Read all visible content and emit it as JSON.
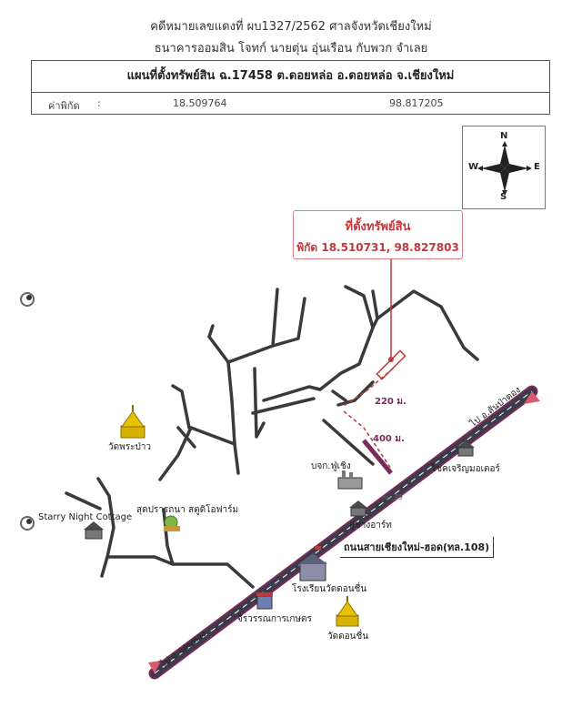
{
  "header": {
    "line1": "คดีหมายเลขแดงที่ ผบ1327/2562 ศาลจังหวัดเชียงใหม่",
    "line2": "ธนาคารออมสิน โจทก์ นายตุ่น อุ่นเรือน กับพวก จำเลย"
  },
  "info_box": {
    "title": "แผนที่ตั้งทรัพย์สิน ฉ.17458 ต.ดอยหล่อ อ.ดอยหล่อ จ.เชียงใหม่",
    "coord_label": "ค่าพิกัด",
    "colon": ":",
    "lat": "18.509764",
    "lon": "98.817205"
  },
  "compass": {
    "n": "N",
    "s": "S",
    "e": "E",
    "w": "W"
  },
  "callout": {
    "title": "ที่ตั้งทรัพย์สิน",
    "coords": "พิกัด 18.510731, 98.827803"
  },
  "distances": {
    "d1": "220 ม.",
    "d2": "400 ม."
  },
  "road": {
    "name": "ถนนสายเชียงใหม่-ฮอด(ทล.108)",
    "dir_ne": "ไป อ.สันป่าตอง",
    "dir_sw": "ไป อ.จอมทอง",
    "km_marker": "กม.39"
  },
  "landmarks": {
    "wat_phra_pao": "วัดพระป่าว",
    "suk_farm": "สุดปรารถนา สตูดิโอฟาร์ม",
    "starry": "Starry Night Cottage",
    "bok_phu_choeng": "บจก.ฟู่เชิง",
    "chok_motor": "โชคเจริญมอเตอร์",
    "u_chang_art": "อู่ช่างอาร์ท",
    "school": "โรงเรียนวัดดอนชื่น",
    "jiwa": "จีรวรรณการเกษตร",
    "wat_don_chuen": "วัดดอนชื่น"
  },
  "colors": {
    "road": "#3b3b4a",
    "road_edge": "#7a2a5a",
    "property": "#c0393b",
    "callout_border": "#d98080",
    "temple": "#d8b200"
  }
}
